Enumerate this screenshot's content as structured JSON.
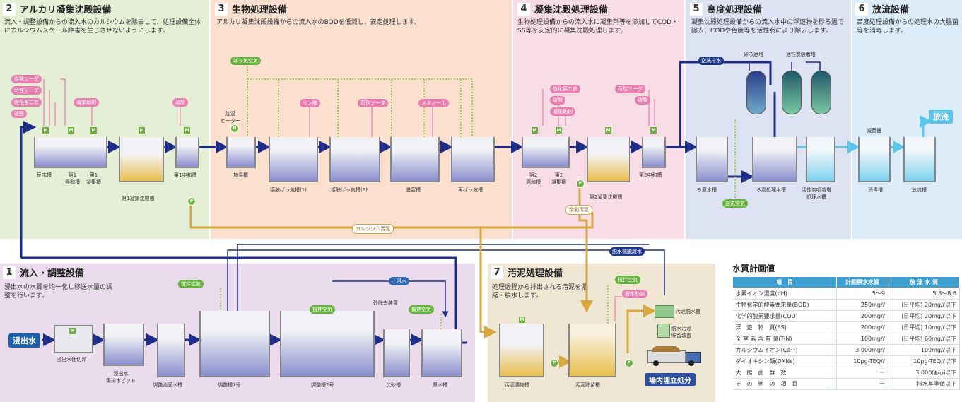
{
  "panels": {
    "p2": {
      "num": "2",
      "title": "アルカリ凝集沈殿設備",
      "desc": "流入・調整設備からの流入水のカルシウムを除去して、処理設備全体にカルシウムスケール障害を生じさせないようにします。"
    },
    "p3": {
      "num": "3",
      "title": "生物処理設備",
      "desc": "アルカリ凝集沈殿設備からの流入水のBODを低減し、安定処理します。"
    },
    "p4": {
      "num": "4",
      "title": "凝集沈殿処理設備",
      "desc": "生物処理設備からの流入水に凝集剤等を添加してCOD・SS等を安定的に凝集沈殿処理します。"
    },
    "p5": {
      "num": "5",
      "title": "高度処理設備",
      "desc": "凝集沈殿処理設備からの流入水中の浮遊物を砂ろ過で除去、CODや色度等を活性炭により除去します。"
    },
    "p6": {
      "num": "6",
      "title": "放流設備",
      "desc": "高度処理設備からの処理水の大腸菌等を消毒します。"
    },
    "p1": {
      "num": "1",
      "title": "流入・調整設備",
      "desc": "浸出水の水質を均一化し移送水量の調整を行います。"
    },
    "p7": {
      "num": "7",
      "title": "汚泥処理設備",
      "desc": "処理過程から排出される汚泥を濃縮・脱水します。"
    }
  },
  "chemicals": {
    "soda_ash": "炭酸ソーダ",
    "caustic1": "苛性ソーダ",
    "ferric1": "塩化第二鉄",
    "sulfuric1": "硫酸",
    "coag_aid1": "凝集助剤",
    "sulfuric2": "硫酸",
    "aeration_air": "ばっ気空気",
    "phosphoric": "リン酸",
    "caustic2": "苛性ソーダ",
    "methanol": "メタノール",
    "ferric2": "塩化第二鉄",
    "sulfuric3": "硫酸",
    "coag_aid2": "凝集助剤",
    "caustic3": "苛性ソーダ",
    "sulfuric4": "硫酸",
    "stir_air1": "撹拌空気",
    "stir_air2": "撹拌空気",
    "stir_air3": "撹拌空気",
    "stir_air4": "撹拌空気",
    "dewater_aid": "脱水助剤"
  },
  "units": {
    "reaction": "反応槽",
    "neut1": "第1\n混和槽",
    "coag1": "第1\n凝集槽",
    "settle1": "第1凝集沈殿槽",
    "neut_tank1": "第1中和槽",
    "heater": "加温\nヒーター",
    "warm": "加温槽",
    "aer1": "接触ばっ気槽(1)",
    "aer2": "接触ばっ気槽(2)",
    "denit": "脱窒槽",
    "reaer": "再ばっ気槽",
    "mix2": "第2\n混和槽",
    "coag2": "第2\n凝集槽",
    "settle2": "第2凝集沈殿槽",
    "neut_tank2": "第2中和槽",
    "raw_filt": "ろ原水槽",
    "filt_water": "ろ過処理水槽",
    "ac_water": "活性炭吸着塔\n処理水槽",
    "sand_tower": "砂ろ過塔",
    "ac_tower": "活性炭吸着塔",
    "disinfect": "消毒槽",
    "discharge_tank": "放流槽",
    "sterilizer": "滅菌器",
    "valve": "浸出水仕切弁",
    "pit": "浸出水\n集排水ピット",
    "recv": "調整池受水槽",
    "adj1": "調整槽1号",
    "adj2": "調整槽2号",
    "grit": "沈砂槽",
    "raw": "原水槽",
    "grit_dev": "砂除去装置",
    "thickener": "汚泥濃縮槽",
    "sludge_store": "汚泥貯留槽",
    "dewaterer": "汚泥脱水機",
    "cake_store": "脱水汚泥\n貯留装置"
  },
  "flows": {
    "backwash": "逆洗排水",
    "backwash_air": "逆洗空気",
    "calcium_sludge": "カルシウム汚泥",
    "excess_sludge": "余剰汚泥",
    "supernatant": "上澄水",
    "filtrate": "脱水機脱離水",
    "inflow": "浸出水",
    "outflow": "放流",
    "landfill": "場内埋立処分"
  },
  "table": {
    "title": "水質計画値",
    "headers": [
      "項　目",
      "計画原水水質",
      "放 流 水 質"
    ],
    "rows": [
      [
        "水素イオン濃度(pH)",
        "5〜9",
        "5.8〜8.6"
      ],
      [
        "生物化学的酸素要求量(BOD)",
        "250mg/ℓ",
        "(日平均) 20mg/ℓ以下"
      ],
      [
        "化学的酸素要求量(COD)",
        "200mg/ℓ",
        "(日平均) 20mg/ℓ以下"
      ],
      [
        "浮　遊　物　質(SS)",
        "200mg/ℓ",
        "(日平均) 10mg/ℓ以下"
      ],
      [
        "全 窒 素 含 有 量(T-N)",
        "100mg/ℓ",
        "(日平均) 60mg/ℓ以下"
      ],
      [
        "カルシウムイオン(Ca²⁺)",
        "3,000mg/ℓ",
        "100mg/ℓ以下"
      ],
      [
        "ダイオキシン類(DXNs)",
        "10pg-TEQ/ℓ",
        "10pg-TEQ/ℓ以下"
      ],
      [
        "大　腸　菌　群　数",
        "ー",
        "3,000個/㎤以下"
      ],
      [
        "そ　の　他　の　項　目",
        "ー",
        "排水基準値以下"
      ]
    ]
  },
  "colors": {
    "p1": "#eadcec",
    "p2": "#e4efd6",
    "p3": "#fbe0cf",
    "p4": "#f9dde6",
    "p5": "#dde3f3",
    "p6": "#dcecf8",
    "p7": "#efe6d4",
    "navy": "#1e2e8a",
    "pink": "#e97fb0",
    "green": "#67b23e",
    "gold": "#d9a740"
  }
}
